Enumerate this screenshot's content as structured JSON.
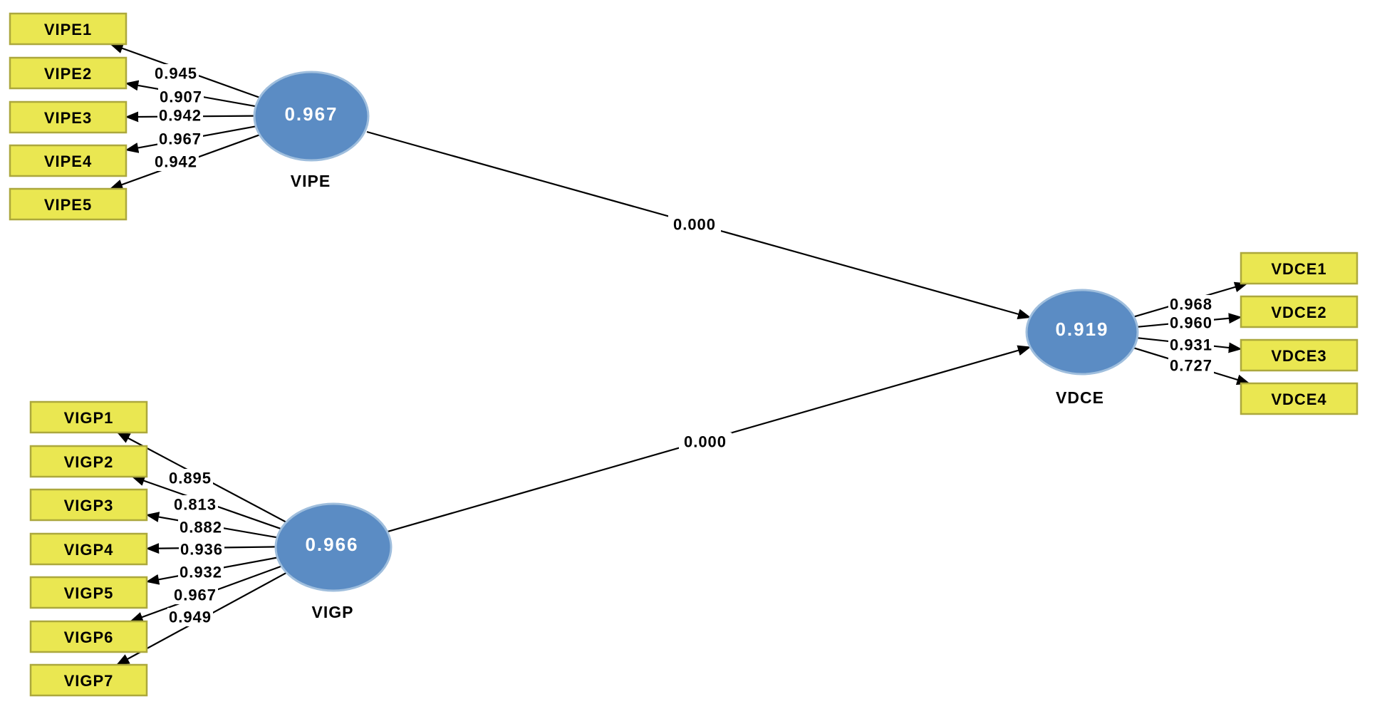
{
  "constructs": {
    "vipe": {
      "label": "VIPE",
      "value": "0.967",
      "indicators": [
        {
          "name": "VIPE1",
          "loading": "0.945"
        },
        {
          "name": "VIPE2",
          "loading": "0.907"
        },
        {
          "name": "VIPE3",
          "loading": "0.942"
        },
        {
          "name": "VIPE4",
          "loading": "0.967"
        },
        {
          "name": "VIPE5",
          "loading": "0.942"
        }
      ]
    },
    "vigp": {
      "label": "VIGP",
      "value": "0.966",
      "indicators": [
        {
          "name": "VIGP1",
          "loading": "0.895"
        },
        {
          "name": "VIGP2",
          "loading": "0.813"
        },
        {
          "name": "VIGP3",
          "loading": "0.882"
        },
        {
          "name": "VIGP4",
          "loading": "0.936"
        },
        {
          "name": "VIGP5",
          "loading": "0.932"
        },
        {
          "name": "VIGP6",
          "loading": "0.967"
        },
        {
          "name": "VIGP7",
          "loading": "0.949"
        }
      ]
    },
    "vdce": {
      "label": "VDCE",
      "value": "0.919",
      "indicators": [
        {
          "name": "VDCE1",
          "loading": "0.968"
        },
        {
          "name": "VDCE2",
          "loading": "0.960"
        },
        {
          "name": "VDCE3",
          "loading": "0.931"
        },
        {
          "name": "VDCE4",
          "loading": "0.727"
        }
      ]
    }
  },
  "paths": [
    {
      "from": "VIPE",
      "to": "VDCE",
      "coefficient": "0.000"
    },
    {
      "from": "VIGP",
      "to": "VDCE",
      "coefficient": "0.000"
    }
  ],
  "colors": {
    "latent_fill": "#5b8cc4",
    "latent_border": "#9fbedd",
    "latent_text": "#ffffff",
    "indicator_fill": "#eae751",
    "indicator_border": "#aca83c",
    "line": "#000000",
    "text": "#000000",
    "background": "#ffffff"
  }
}
